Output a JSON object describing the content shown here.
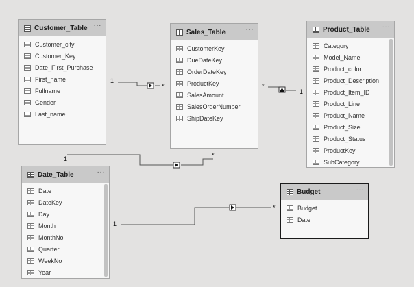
{
  "tables": {
    "customer": {
      "title": "Customer_Table",
      "menu": "···",
      "fields": [
        "Customer_city",
        "Customer_Key",
        "Date_First_Purchase",
        "First_name",
        "Fullname",
        "Gender",
        "Last_name"
      ]
    },
    "sales": {
      "title": "Sales_Table",
      "menu": "···",
      "fields": [
        "CustomerKey",
        "DueDateKey",
        "OrderDateKey",
        "ProductKey",
        "SalesAmount",
        "SalesOrderNumber",
        "ShipDateKey"
      ]
    },
    "product": {
      "title": "Product_Table",
      "menu": "···",
      "fields": [
        "Category",
        "Model_Name",
        "Product_color",
        "Product_Description",
        "Product_Item_ID",
        "Product_Line",
        "Product_Name",
        "Product_Size",
        "Product_Status",
        "ProductKey",
        "SubCategory"
      ]
    },
    "date": {
      "title": "Date_Table",
      "menu": "···",
      "fields": [
        "Date",
        "DateKey",
        "Day",
        "Month",
        "MonthNo",
        "Quarter",
        "WeekNo",
        "Year"
      ]
    },
    "budget": {
      "title": "Budget",
      "menu": "···",
      "fields": [
        "Budget",
        "Date"
      ]
    }
  },
  "relationships": {
    "customer_sales": {
      "one": "1",
      "many": "*"
    },
    "sales_product": {
      "one": "1",
      "many": "*"
    },
    "date_sales": {
      "one": "1",
      "many": "*"
    },
    "date_budget": {
      "one": "1",
      "many": "*"
    }
  },
  "colors": {
    "background": "#e3e2e1",
    "header": "#c9c9c9",
    "line": "#555555"
  }
}
